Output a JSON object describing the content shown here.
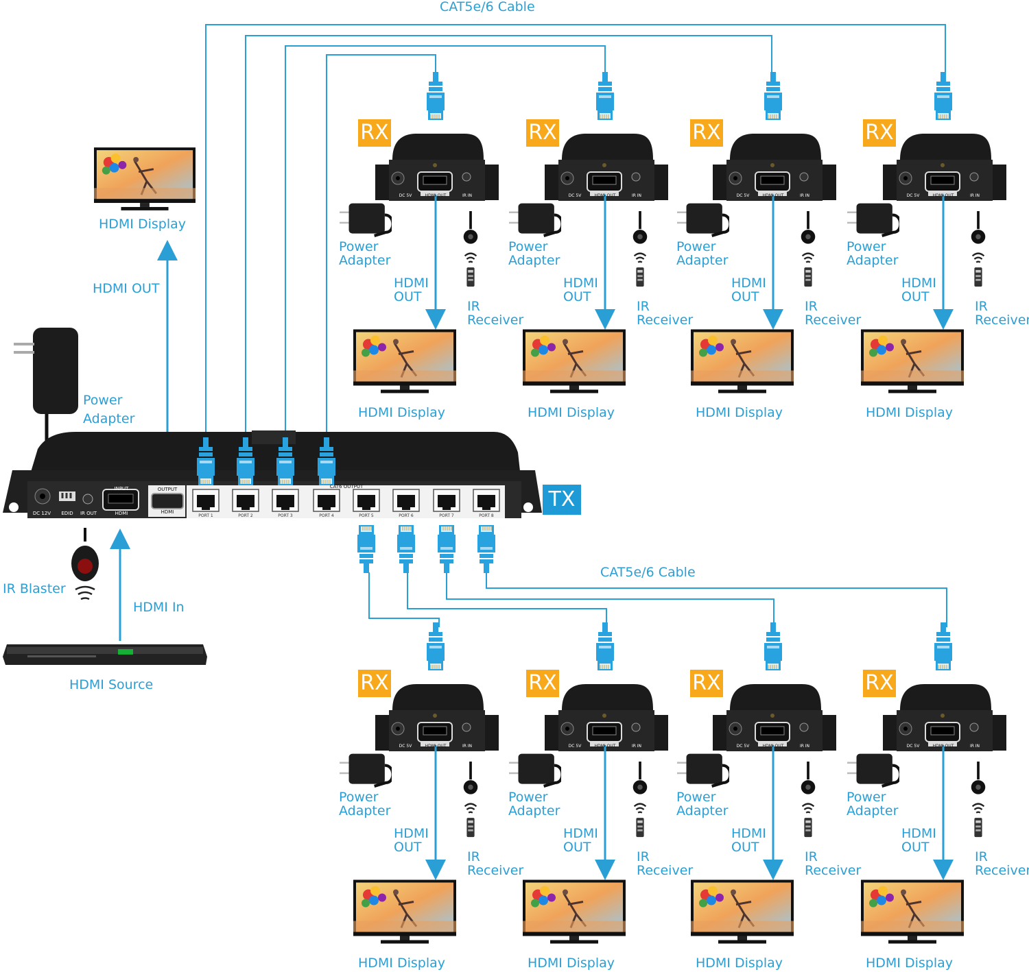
{
  "colors": {
    "accent": "#2a9fd6",
    "rx_badge": "#f7a81b",
    "tx_badge": "#1e9ad6",
    "device": "#1a1a1a"
  },
  "top_cable_label": "CAT5e/6 Cable",
  "bottom_cable_label": "CAT5e/6 Cable",
  "tx": {
    "badge": "TX",
    "panel": {
      "dc": "DC 12V",
      "edid": "EDID",
      "ir_out": "IR OUT",
      "input": "INPUT",
      "hdmi_in": "HDMI",
      "output": "OUTPUT",
      "hdmi_out": "HDMI",
      "cat6_output": "CAT6 OUTPUT",
      "ports": [
        "PORT 1",
        "PORT 2",
        "PORT 3",
        "PORT 4",
        "PORT 5",
        "PORT 6",
        "PORT 7",
        "PORT 8"
      ]
    }
  },
  "source": {
    "hdmi_display": "HDMI Display",
    "hdmi_out": "HDMI OUT",
    "power_adapter": "Power\nAdapter",
    "ir_blaster": "IR Blaster",
    "hdmi_in": "HDMI In",
    "hdmi_source": "HDMI Source"
  },
  "rx": {
    "badge": "RX",
    "power_adapter": "Power\nAdapter",
    "hdmi_out": "HDMI\nOUT",
    "ir_receiver": "IR\nReceiver",
    "hdmi_display": "HDMI Display",
    "panel": {
      "dc": "DC 5V",
      "hdmi_out": "HDMI OUT",
      "ir_in": "IR IN"
    }
  }
}
